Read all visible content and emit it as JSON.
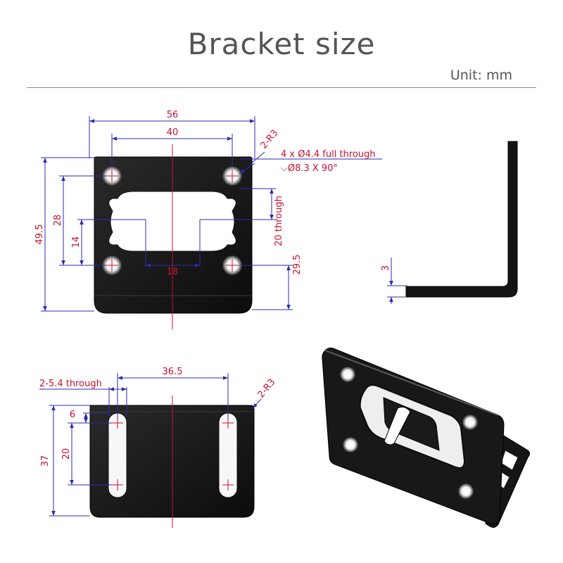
{
  "header": {
    "title": "Bracket size",
    "unit": "Unit: mm"
  },
  "front_view": {
    "width_overall": "56",
    "hole_spacing_x": "40",
    "corner_radius": "2-R3",
    "hole_note_line1": "4 x Ø4.4 full through",
    "hole_note_line2": "⌵Ø8.3 X 90°",
    "height_overall": "49.5",
    "hole_spacing_y": "28",
    "cutout_height": "14",
    "cutout_width": "18",
    "cutout_depth": "20 through",
    "hole_to_bottom": "29.5"
  },
  "side_view": {
    "thickness": "3"
  },
  "base_view": {
    "slot_note": "2-5.4 through",
    "slot_spacing": "36.5",
    "corner_radius": "2-R3",
    "slot_width": "6",
    "slot_length": "20",
    "height": "37"
  },
  "colors": {
    "plate": "#141414",
    "dimension_line": "#2b2bb0",
    "dimension_text": "#c8102e",
    "title": "#555555"
  }
}
